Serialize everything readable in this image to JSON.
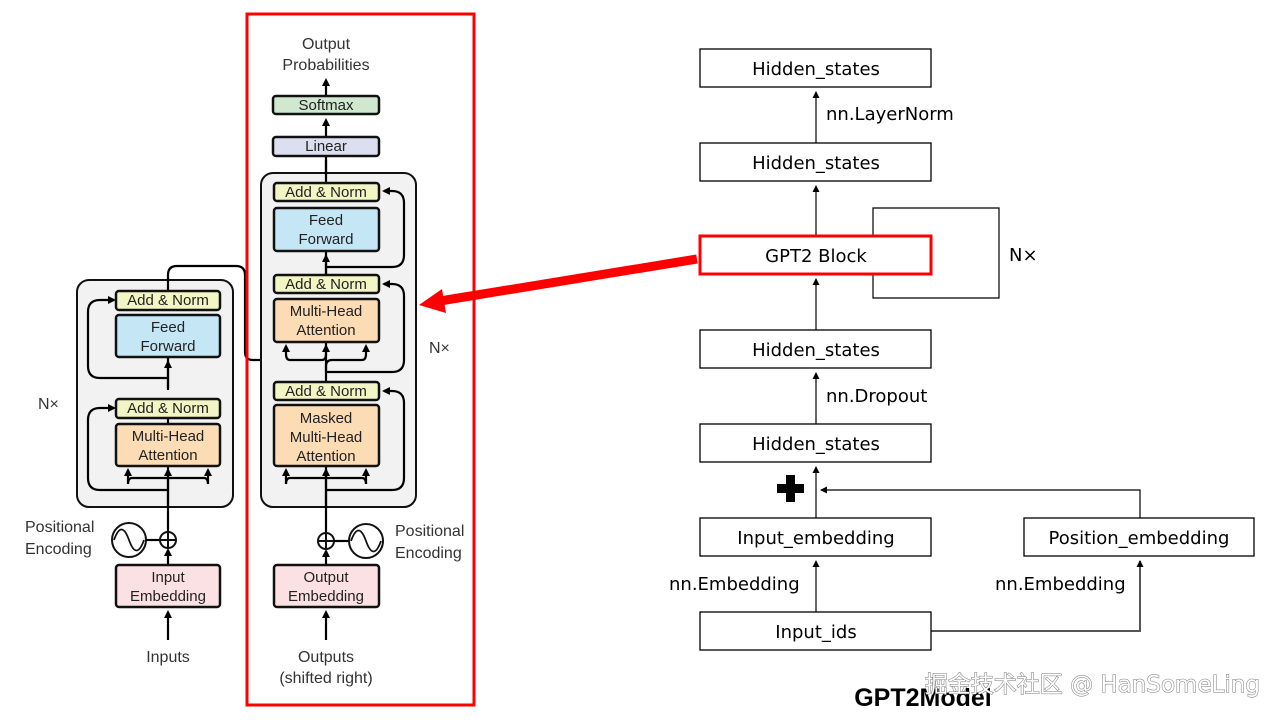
{
  "transformer": {
    "encoder": {
      "add_norm_1": "Add & Norm",
      "feed_forward": [
        "Feed",
        "Forward"
      ],
      "add_norm_2": "Add & Norm",
      "mha": [
        "Multi-Head",
        "Attention"
      ],
      "nx": "N×",
      "positional_encoding": [
        "Positional",
        "Encoding"
      ],
      "input_embedding": [
        "Input",
        "Embedding"
      ],
      "inputs": "Inputs"
    },
    "decoder": {
      "output_probabilities": [
        "Output",
        "Probabilities"
      ],
      "softmax": "Softmax",
      "linear": "Linear",
      "add_norm_top": "Add & Norm",
      "feed_forward": [
        "Feed",
        "Forward"
      ],
      "add_norm_mid": "Add & Norm",
      "mha": [
        "Multi-Head",
        "Attention"
      ],
      "add_norm_bottom": "Add & Norm",
      "masked_mha": [
        "Masked",
        "Multi-Head",
        "Attention"
      ],
      "nx": "N×",
      "positional_encoding": [
        "Positional",
        "Encoding"
      ],
      "output_embedding": [
        "Output",
        "Embedding"
      ],
      "outputs": [
        "Outputs",
        "(shifted right)"
      ]
    }
  },
  "gpt2": {
    "hidden_states_top": "Hidden_states",
    "layernorm": "nn.LayerNorm",
    "hidden_states_2": "Hidden_states",
    "block": "GPT2 Block",
    "nx": "N×",
    "hidden_states_3": "Hidden_states",
    "dropout": "nn.Dropout",
    "hidden_states_4": "Hidden_states",
    "input_embedding": "Input_embedding",
    "position_embedding": "Position_embedding",
    "embedding_left": "nn.Embedding",
    "embedding_right": "nn.Embedding",
    "input_ids": "Input_ids",
    "title": "GPT2Model"
  },
  "watermark": "掘金技术社区 @ HanSomeLing",
  "colors": {
    "highlight": "#ff0000",
    "add_norm": "#f2f6c4",
    "feed_forward": "#c5e6f5",
    "attention": "#fbdcb5",
    "embedding": "#fbe1e3",
    "softmax": "#cfe8cf",
    "linear": "#dcdff0",
    "group_bg": "#f2f2f2"
  }
}
